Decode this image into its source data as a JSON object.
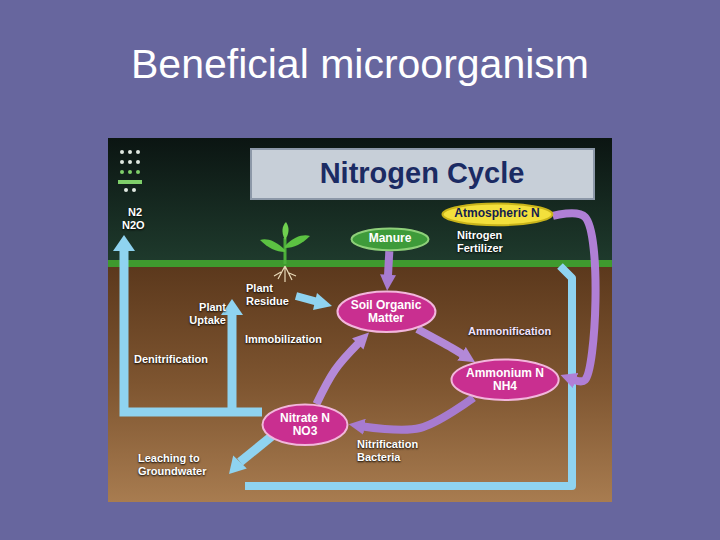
{
  "diagram": {
    "title": "Beneficial microorganism",
    "nodes": [
      {
        "text": [
          "Nitrogen Cycle"
        ]
      },
      {
        "text": [
          "Atmospheric N"
        ]
      },
      {
        "text": [
          "Manure"
        ]
      },
      {
        "text": [
          "Soil Organic Matter"
        ]
      },
      {
        "text": [
          "Ammonium N NH4"
        ]
      },
      {
        "text": [
          "Nitrate N NO3"
        ]
      }
    ],
    "edges": [
      {
        "from": 1,
        "to": 4,
        "arrow": "to"
      },
      {
        "from": 2,
        "to": 3,
        "arrow": "to"
      },
      {
        "from": 3,
        "to": 4,
        "arrow": "to"
      },
      {
        "from": 4,
        "to": 5,
        "arrow": "to"
      },
      {
        "from": 5,
        "to": 3,
        "arrow": "to"
      }
    ],
    "labels": [
      "N2",
      "N2O",
      "Nitrogen Fertilizer",
      "Plant Residue",
      "Plant Uptake",
      "Immobilization",
      "Ammonification",
      "Denitrification",
      "Nitrification Bacteria",
      "Leaching to Groundwater"
    ]
  }
}
